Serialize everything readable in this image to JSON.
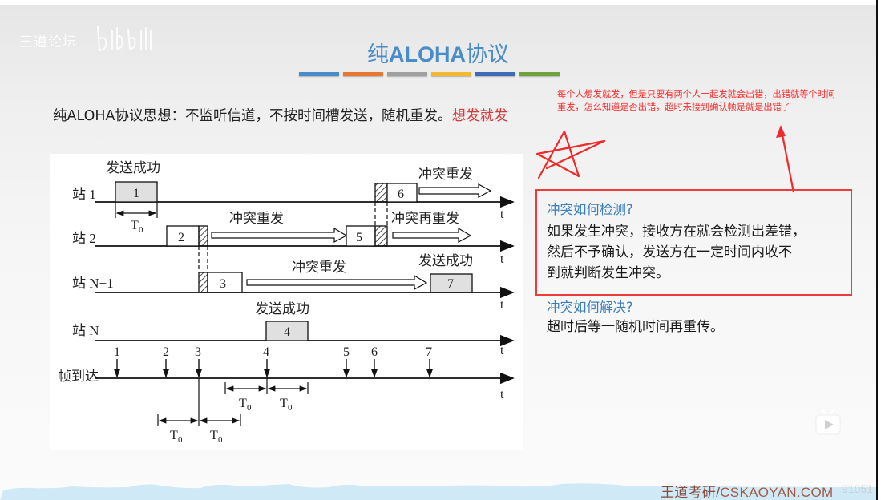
{
  "header": {
    "logo_text": "王道论坛",
    "title_prefix": "纯",
    "title_latin": "ALOHA",
    "title_suffix": "协议",
    "color_bars": [
      "#4a8cc9",
      "#e7782f",
      "#a0a0a0",
      "#f2b830",
      "#3d6bb8",
      "#6ea33e"
    ]
  },
  "thought": {
    "label": "纯ALOHA协议思想：不监听信道，不按时间槽发送，随机重发。",
    "highlight": "想发就发"
  },
  "annotation": {
    "line1": "每个人想发就发，但是只要有两个人一起发就会出错，出错就等个时间",
    "line2": "重发，怎么知道是否出错，超时未接到确认帧是就是出错了",
    "color": "#ff2a2a"
  },
  "diagram": {
    "stations": [
      "站 1",
      "站 2",
      "站 N−1",
      "站 N"
    ],
    "arrival_label": "帧到达",
    "time_axis_label": "t",
    "frames": [
      "1",
      "2",
      "3",
      "4",
      "5",
      "6",
      "7"
    ],
    "labels": {
      "success": "发送成功",
      "collision_retry": "冲突重发",
      "collision_retry_again": "冲突再重发",
      "t0": "T",
      "t0_sub": "0"
    },
    "arrival_ticks": [
      "1",
      "2",
      "3",
      "4",
      "5",
      "6",
      "7"
    ]
  },
  "detection": {
    "question": "冲突如何检测?",
    "answer_line1": "如果发生冲突，接收方在就会检测出差错，",
    "answer_line2": "然后不予确认，发送方在一定时间内收不",
    "answer_line3": "到就判断发生冲突。"
  },
  "resolution": {
    "question": "冲突如何解决?",
    "answer": "超时后等一随机时间再重传。"
  },
  "footer": {
    "brand_cn": "王道考研/",
    "brand_en": "CSKAOYAN.COM",
    "watermark": "91051"
  },
  "icons": {
    "play": "bilibili-tv-play-icon",
    "star": "hand-drawn-star-icon",
    "arrow": "hand-drawn-arrow-icon"
  }
}
